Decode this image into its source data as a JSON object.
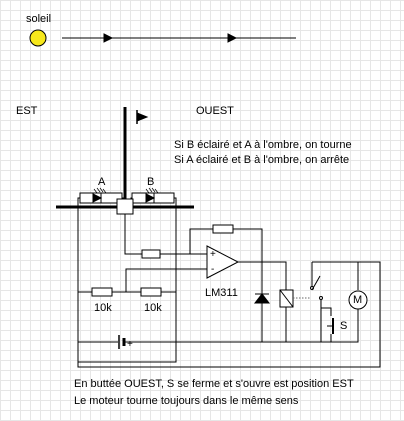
{
  "labels": {
    "sun": "soleil",
    "east": "EST",
    "west": "OUEST",
    "rule_1": "Si B éclairé et A à l'ombre, on tourne",
    "rule_2": "Si A éclairé et B à l'ombre, on arrête",
    "sensor_a": "A",
    "sensor_b": "B",
    "resistor_1": "10k",
    "resistor_2": "10k",
    "comparator": "LM311",
    "switch": "S",
    "motor": "M",
    "opamp_plus": "+",
    "opamp_minus": "-",
    "battery_plus": "+",
    "note_1": "En buttée OUEST, S se ferme et s'ouvre est position EST",
    "note_2": "Le moteur tourne toujours dans le même sens"
  },
  "colors": {
    "sun": "#f7e81c",
    "wire": "#000000"
  }
}
